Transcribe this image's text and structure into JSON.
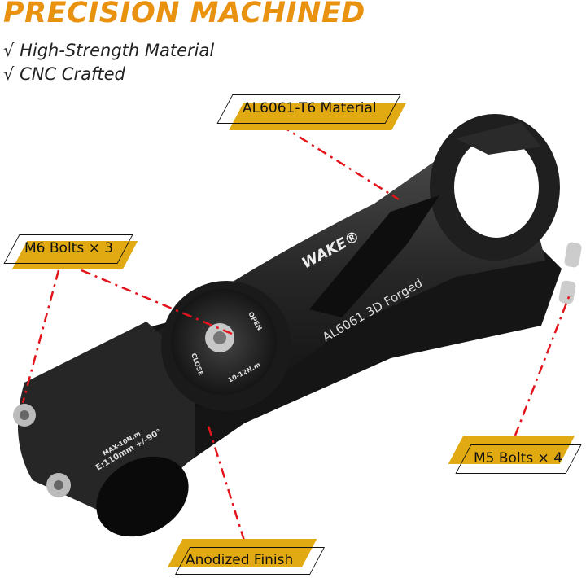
{
  "header": {
    "title": "PRECISION MACHINED",
    "features": [
      {
        "icon": "check-icon",
        "check": "√",
        "label": "High-Strength Material"
      },
      {
        "icon": "check-icon",
        "check": "√",
        "label": "CNC Crafted"
      }
    ]
  },
  "callouts": [
    {
      "label": "AL6061-T6 Material"
    },
    {
      "label": "M6 Bolts × 3"
    },
    {
      "label": "M5 Bolts × 4"
    },
    {
      "label": "Anodized Finish"
    }
  ],
  "product_markings": {
    "brand": "WAKE®",
    "material": "AL6061 3D Forged",
    "open": "OPEN",
    "close": "CLOSE",
    "torque": "10-12N.m",
    "max_torque": "MAX-10N.m",
    "extension": "E:110mm +/-90°"
  },
  "colors": {
    "accent": "#E8920F",
    "tag": "#E2AA12",
    "leader": "#E3141B",
    "product": "#1c1c1c"
  }
}
